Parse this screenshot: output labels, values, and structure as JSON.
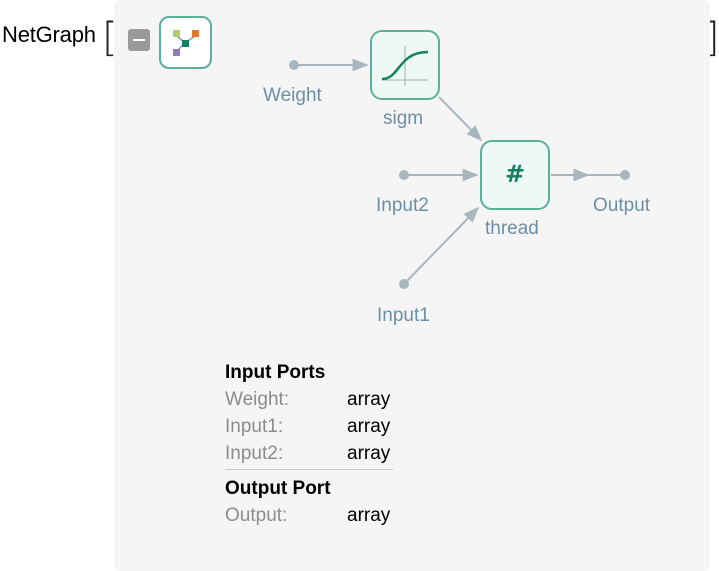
{
  "expression": {
    "head": "NetGraph"
  },
  "graph": {
    "nodes": [
      {
        "id": "sigm",
        "label": "sigm"
      },
      {
        "id": "thread",
        "label": "thread",
        "glyph": "#"
      }
    ],
    "ports": {
      "weight": "Weight",
      "input2": "Input2",
      "input1": "Input1",
      "output": "Output"
    }
  },
  "info": {
    "input_header": "Input Ports",
    "inputs": [
      {
        "name": "Weight:",
        "type": "array"
      },
      {
        "name": "Input1:",
        "type": "array"
      },
      {
        "name": "Input2:",
        "type": "array"
      }
    ],
    "output_header": "Output Port",
    "outputs": [
      {
        "name": "Output:",
        "type": "array"
      }
    ]
  },
  "colors": {
    "node_border": "#5ab09b",
    "node_fill": "#eef8f4",
    "port_label": "#6d8fa6",
    "edge": "#a7b7bd"
  },
  "icons": {
    "collapse": "minus-icon",
    "net": "net-graph-icon",
    "sigmoid": "sigmoid-curve-icon"
  }
}
